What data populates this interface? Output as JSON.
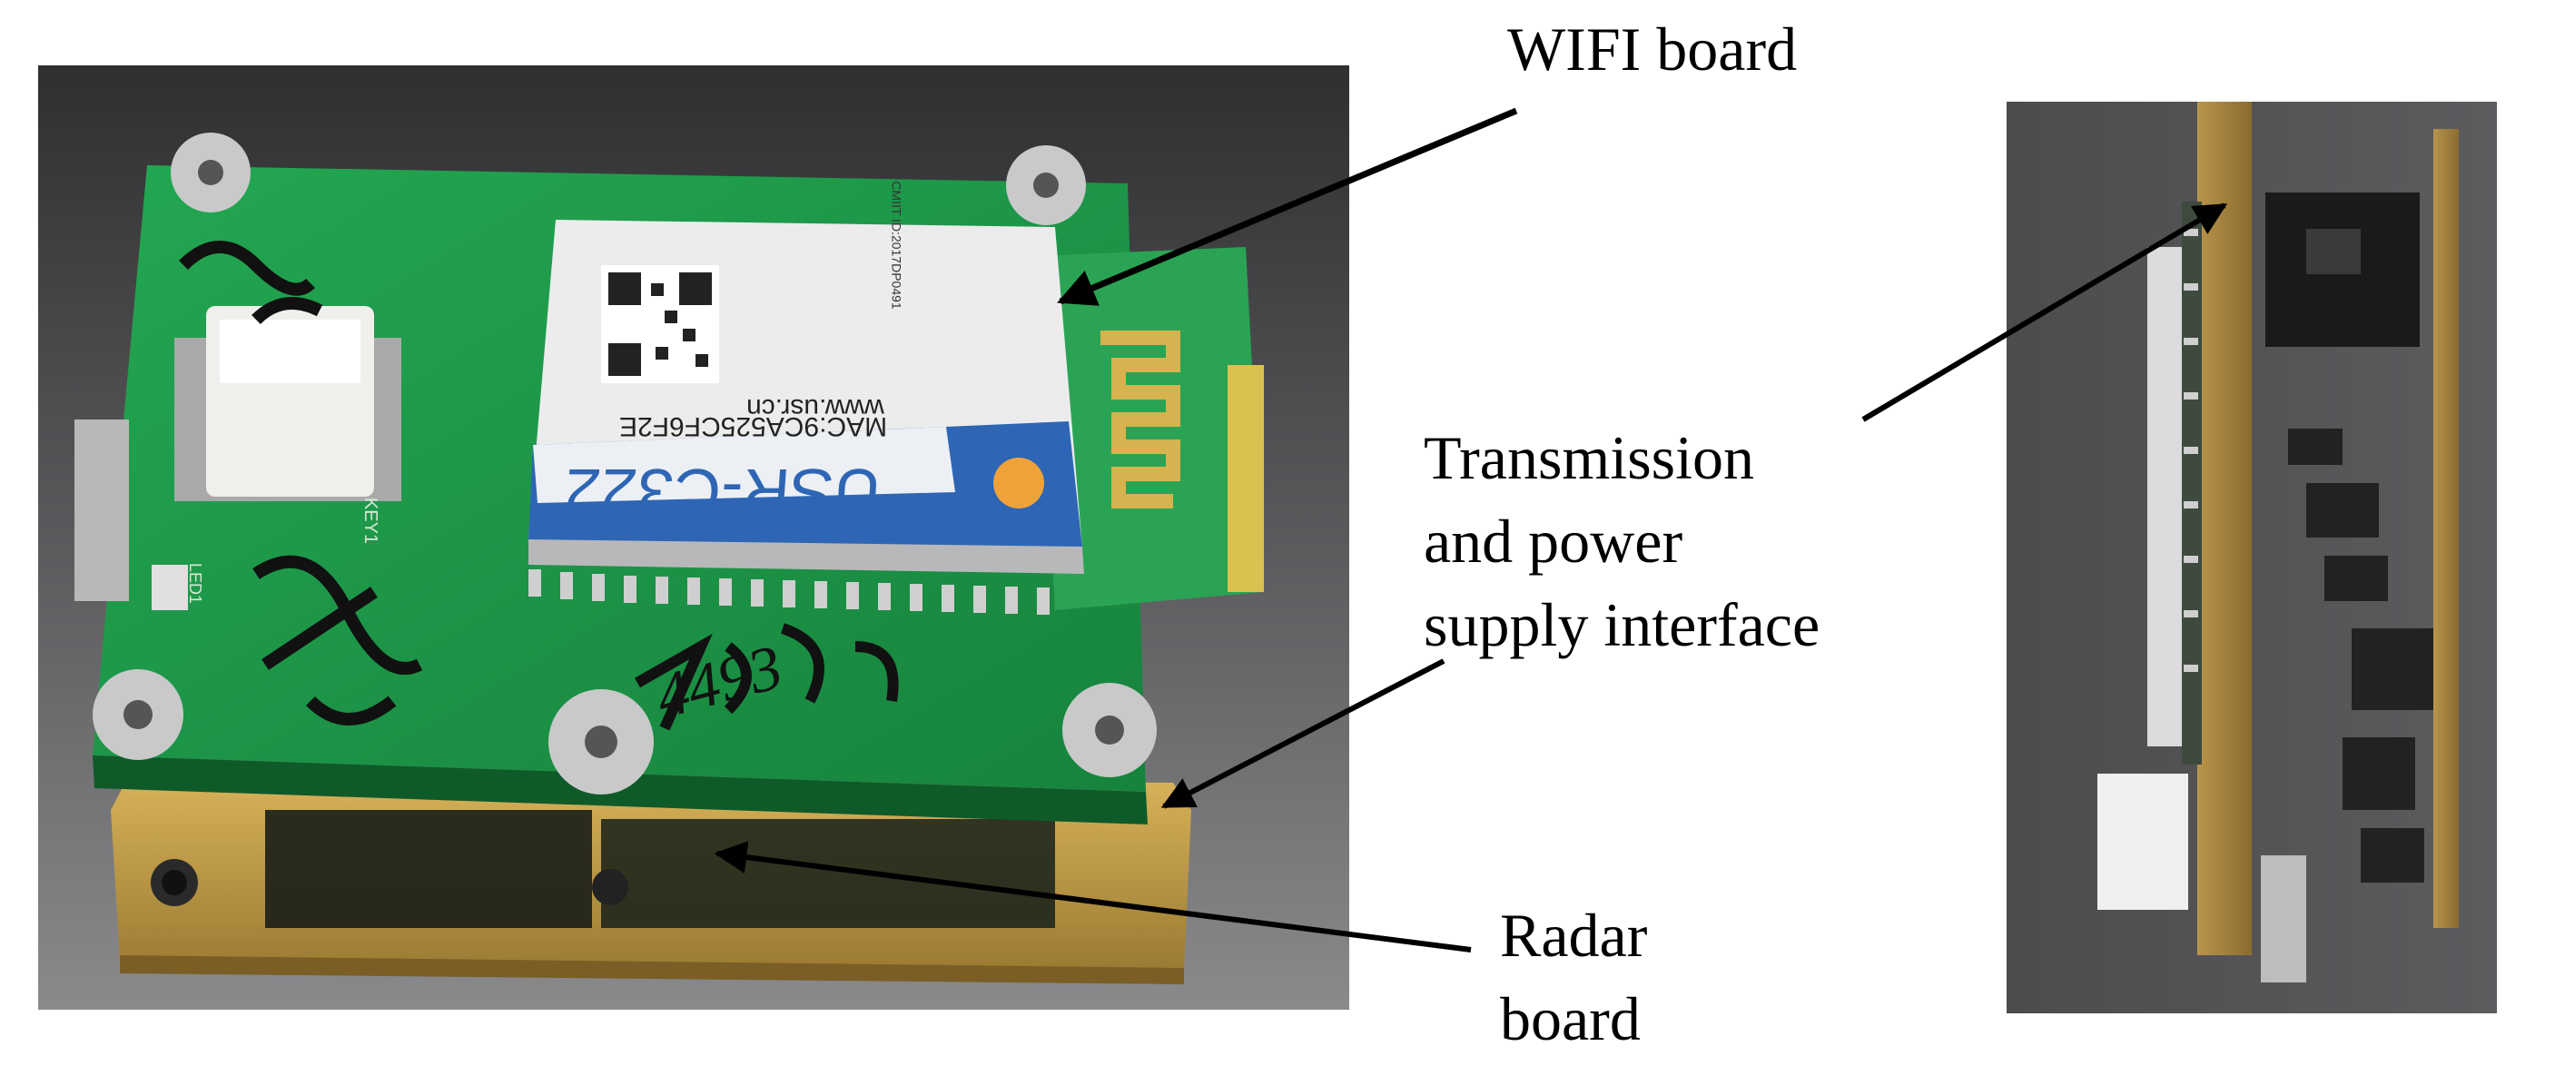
{
  "labels": {
    "wifi": "WIFI board",
    "transmission_line1": "Transmission",
    "transmission_line2": "and power",
    "transmission_line3": "supply interface",
    "radar_line1": "Radar",
    "radar_line2": "board"
  },
  "module": {
    "model": "USR-C322",
    "url": "www.usr.cn",
    "mac": "MAC:9CA525CF6F2E",
    "cmiit": "CMIIT ID:2017DP0491",
    "key_label": "KEY1",
    "led_label": "LED1",
    "handwriting": "4493"
  },
  "colors": {
    "pcb_green": "#1f9a4a",
    "radar_gold": "#c9a24a",
    "background": "#3a3a3c",
    "shield": "#e9e9ea",
    "logo_blue": "#2a62b0"
  }
}
